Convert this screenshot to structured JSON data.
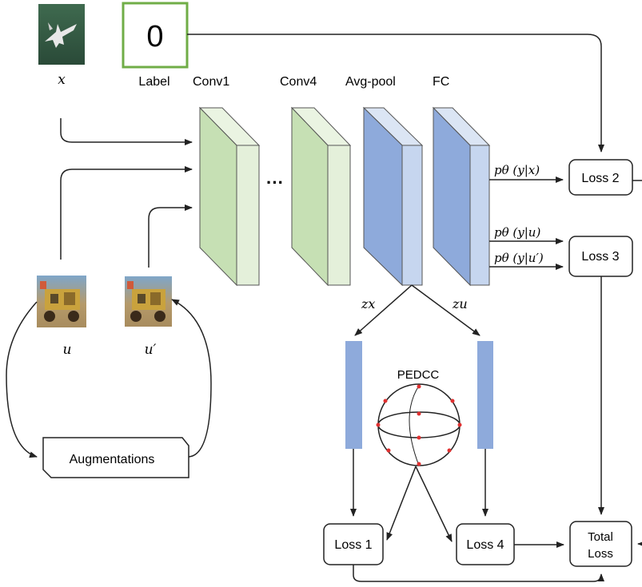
{
  "input": {
    "x_label": "x",
    "label_name": "Label",
    "label_value": "0"
  },
  "layers": {
    "conv1": "Conv1",
    "conv4": "Conv4",
    "avgpool": "Avg-pool",
    "fc": "FC",
    "ellipsis": "···"
  },
  "outputs": {
    "p_x": "pθ (y|x)",
    "p_u": "pθ (y|u)",
    "p_u_prime": "pθ (y|u′)"
  },
  "features": {
    "z_x": "zx",
    "z_u": "zu"
  },
  "pedcc": {
    "label": "PEDCC"
  },
  "unlabeled": {
    "u": "u",
    "u_prime": "u′"
  },
  "augment": {
    "label": "Augmentations"
  },
  "losses": {
    "loss1": "Loss 1",
    "loss2": "Loss 2",
    "loss3": "Loss 3",
    "loss4": "Loss 4",
    "total_line1": "Total",
    "total_line2": "Loss"
  },
  "colors": {
    "conv_front": "#c6e0b4",
    "conv_side": "#e4f0da",
    "conv_top": "#eaf4e2",
    "pool_front": "#8eaadb",
    "pool_side": "#c6d6ef",
    "label_border": "#70ad47",
    "pedcc_point": "#e03030",
    "line": "#222222"
  }
}
